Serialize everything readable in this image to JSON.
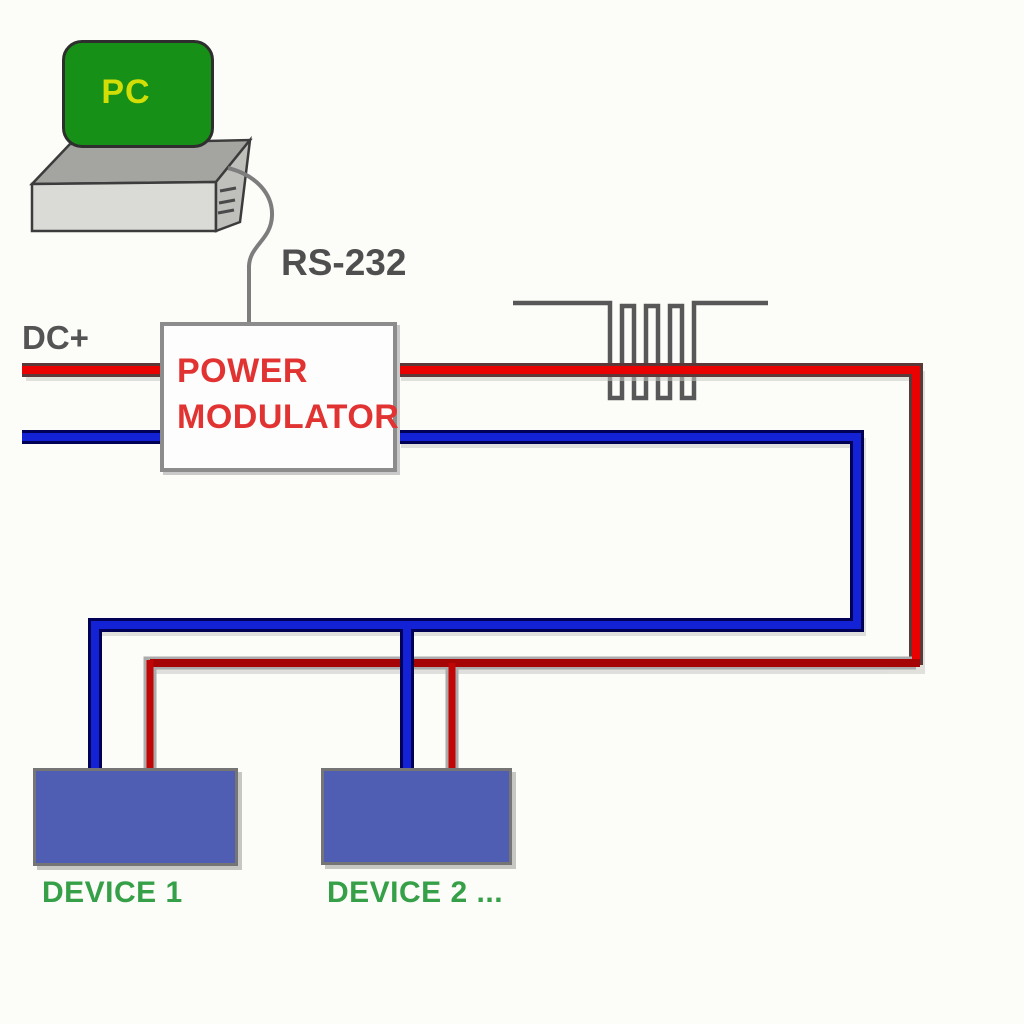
{
  "diagram": {
    "title": "power-line communication wiring diagram",
    "pc": {
      "label": "PC"
    },
    "rs232_label": "RS-232",
    "dc_label": "DC+",
    "modulator": {
      "line1": "POWER",
      "line2": "MODULATOR"
    },
    "devices": [
      {
        "label": "DEVICE 1"
      },
      {
        "label": "DEVICE 2 ..."
      }
    ],
    "colors": {
      "red_wire": "#ea0202",
      "red_wire_dark": "#a50505",
      "red_wire_outline": "#5c3838",
      "blue_wire": "#1422d6",
      "blue_wire_outline": "#000055",
      "device_fill": "#4f5eb2",
      "pc_screen_green": "#169016",
      "pc_label_yellow": "#d2de06",
      "modulator_text_red": "#e23333",
      "device_label_green": "#35a047",
      "gray_label": "#545454",
      "coil_gray": "#585858"
    }
  }
}
